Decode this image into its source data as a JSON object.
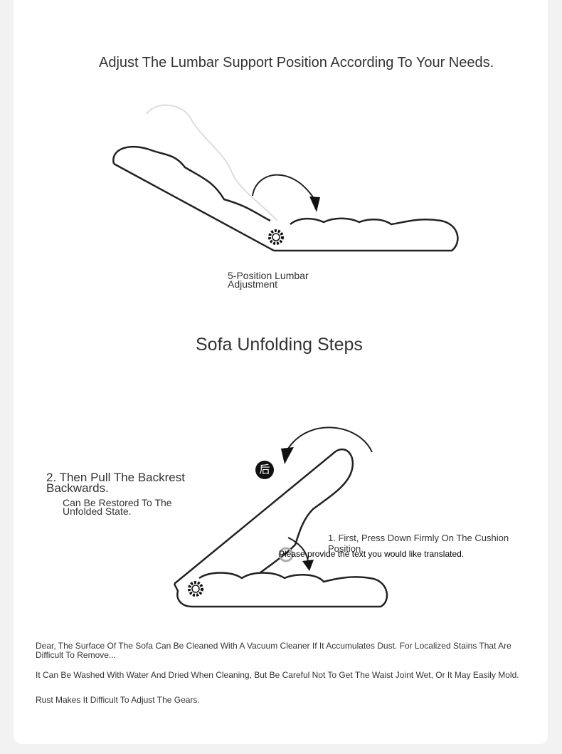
{
  "lumbar": {
    "title": "Adjust The Lumbar Support Position According To Your Needs.",
    "caption": "5-Position Lumbar Adjustment"
  },
  "unfold": {
    "title": "Sofa Unfolding Steps",
    "step2_title": "2. Then Pull The Backrest Backwards.",
    "step2_sub": "Can Be Restored To The Unfolded State.",
    "step1_title": "1. First, Press Down Firmly On The Cushion Position.",
    "overlay_note": "Please provide the text you would like translated.",
    "back_marker_glyph": "后"
  },
  "notes": [
    "Dear, The Surface Of The Sofa Can Be Cleaned With A Vacuum Cleaner If It Accumulates Dust. For Localized Stains That Are Difficult To Remove...",
    "It Can Be Washed With Water And Dried When Cleaning, But Be Careful Not To Get The Waist Joint Wet, Or It May Easily Mold.",
    "Rust Makes It Difficult To Adjust The Gears."
  ],
  "icons": [
    "gear-icon",
    "curved-arrow-icon",
    "back-marker-icon"
  ]
}
